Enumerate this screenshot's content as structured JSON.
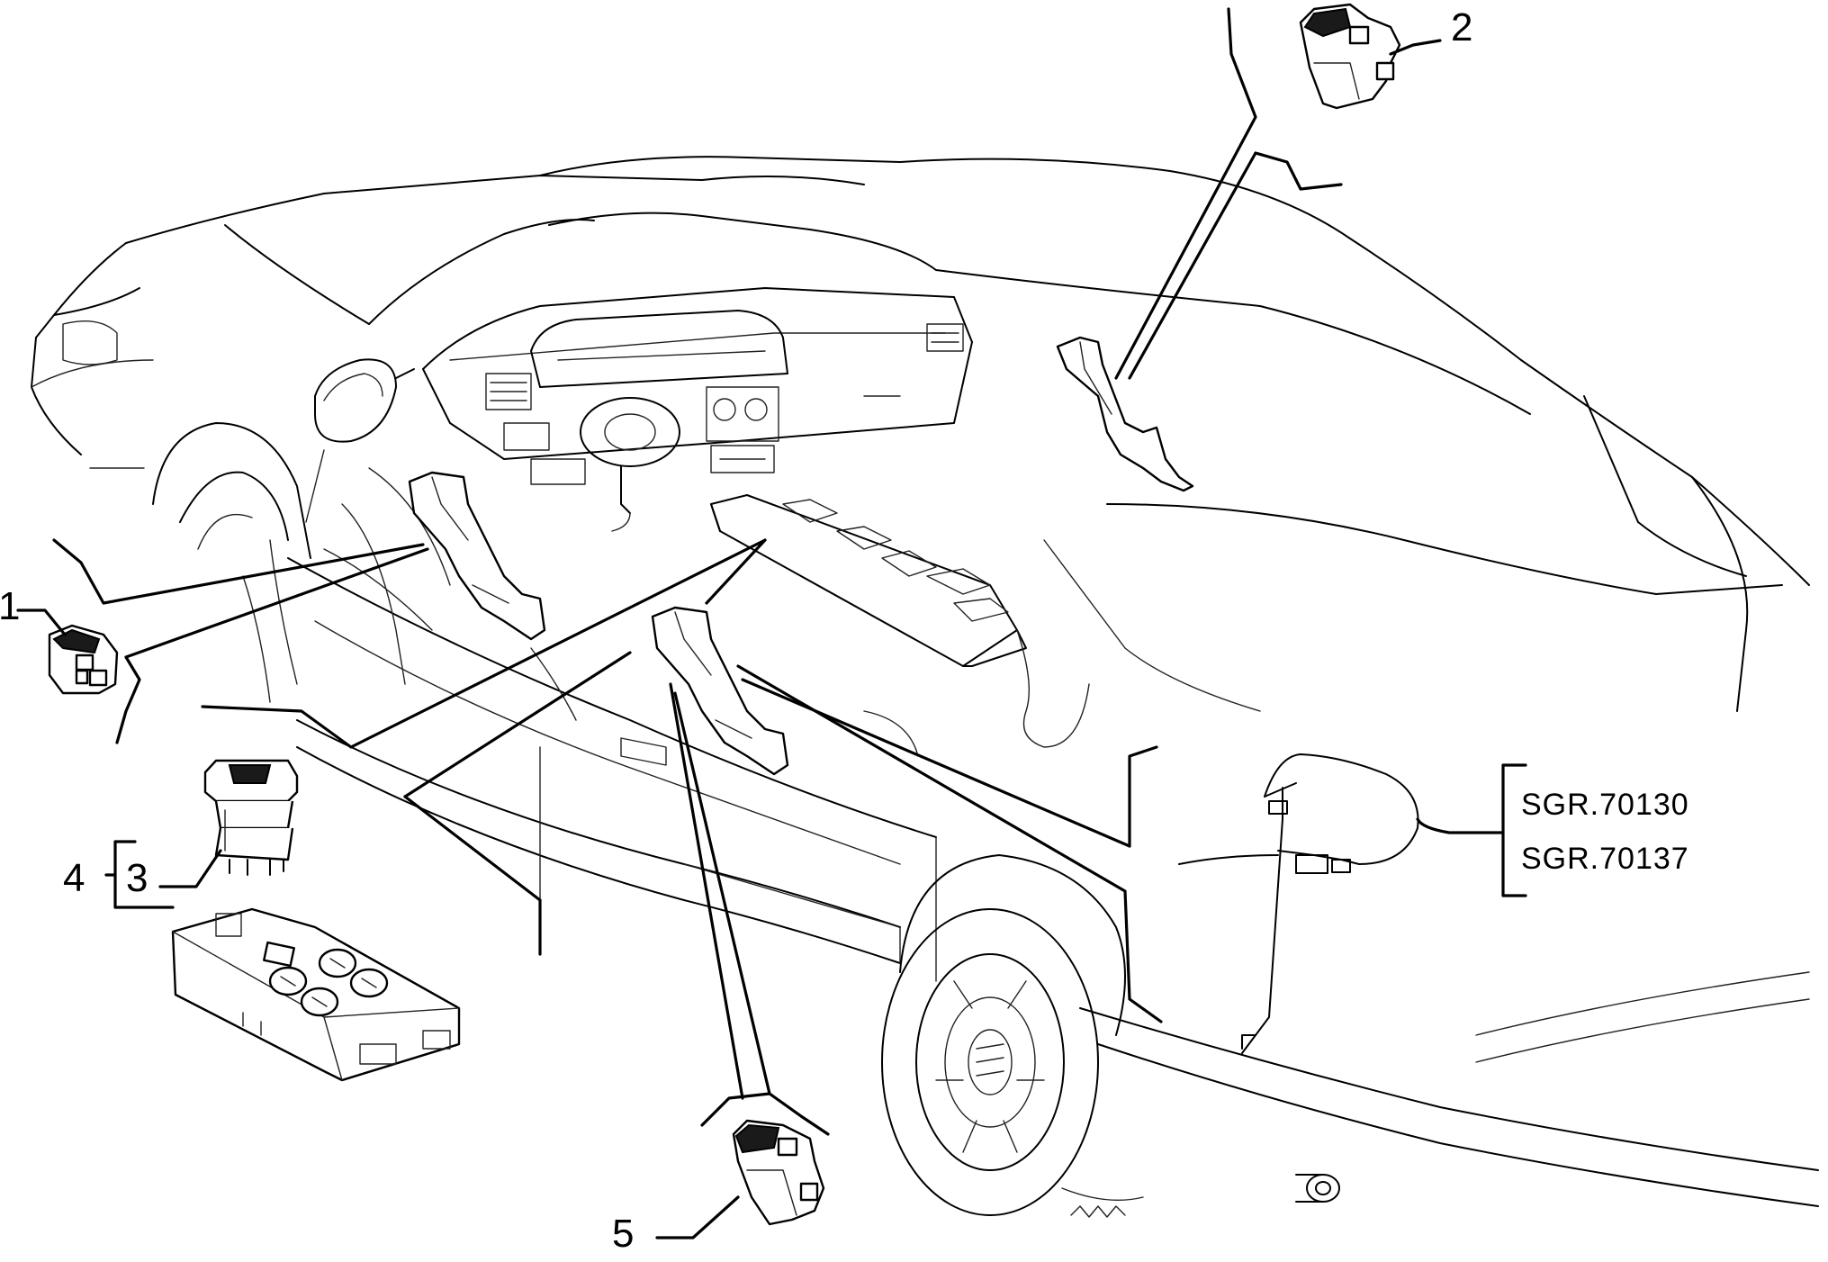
{
  "callouts": {
    "c1": "1",
    "c2": "2",
    "c3": "3",
    "c4": "4",
    "c5": "5"
  },
  "references": [
    "SGR.70130",
    "SGR.70137"
  ],
  "colors": {
    "line": "#000000",
    "background": "#ffffff"
  }
}
